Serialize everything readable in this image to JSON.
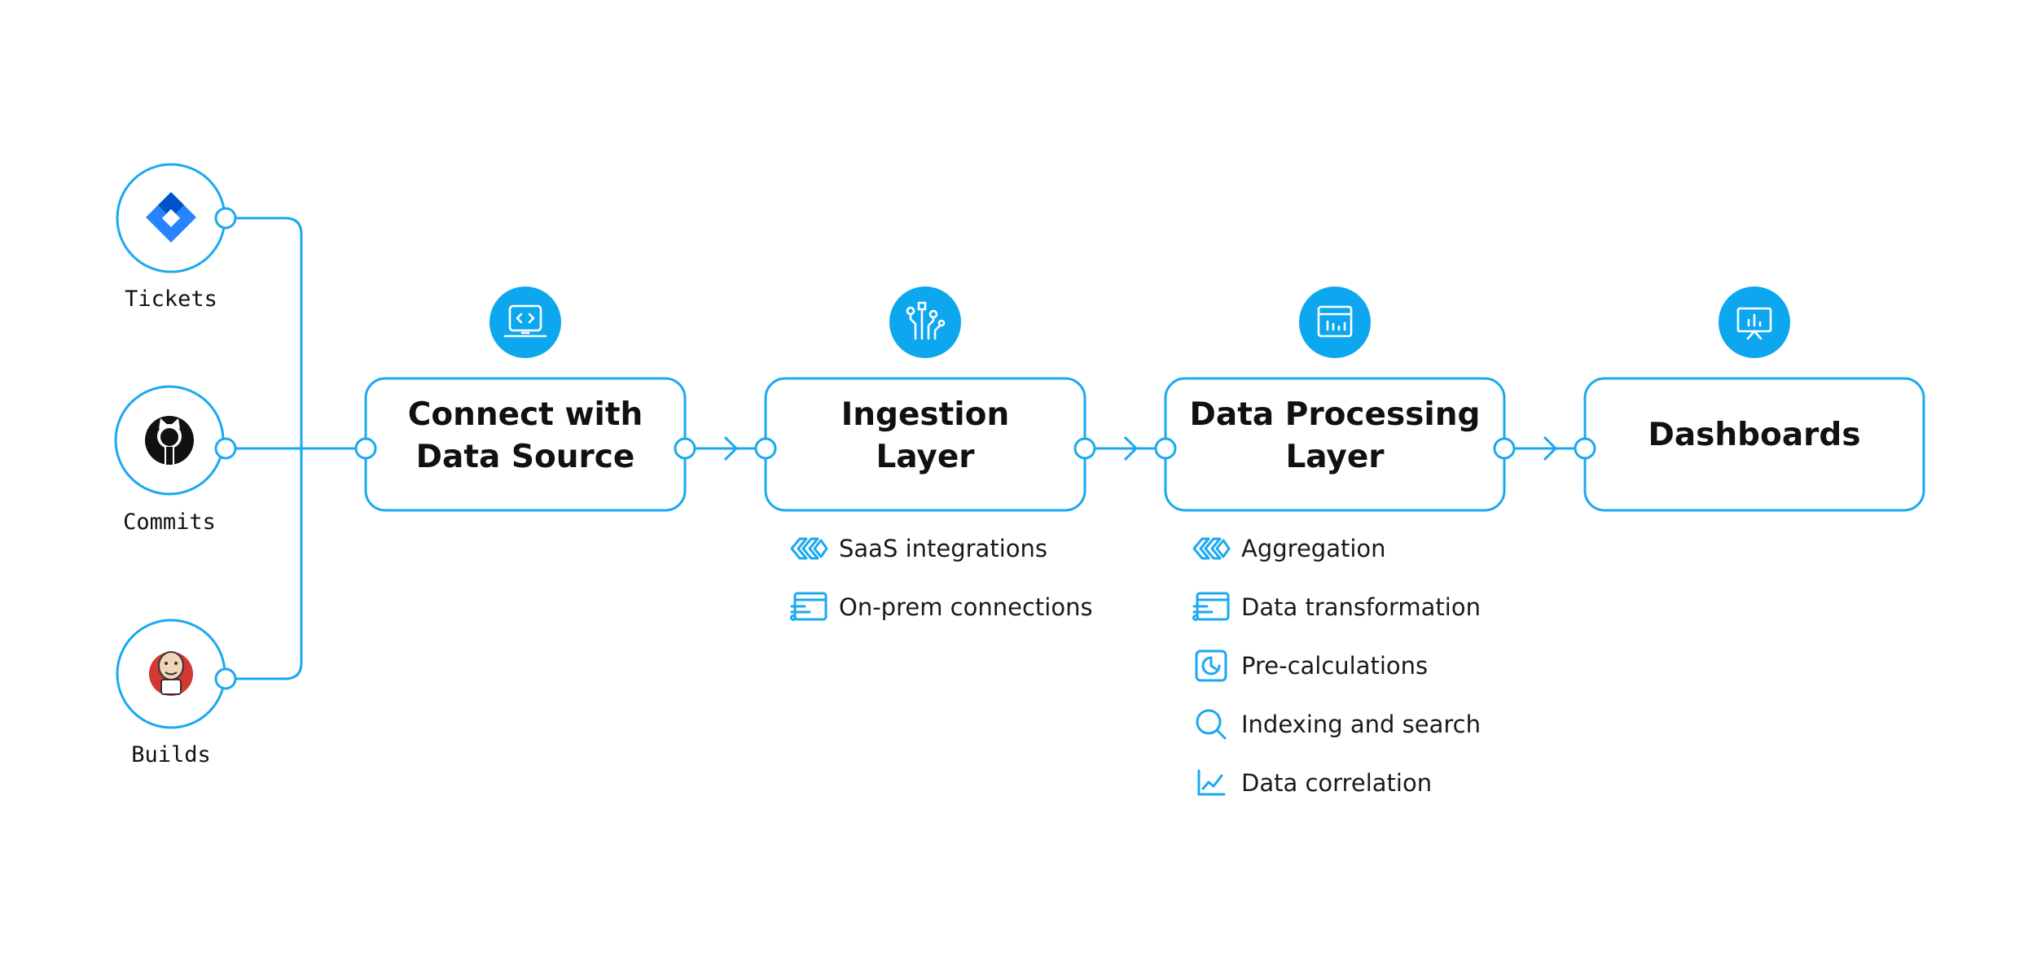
{
  "colors": {
    "accent": "#1aa9ef",
    "badge": "#0da7f0",
    "text": "#111111"
  },
  "sources": [
    {
      "label": "Tickets",
      "icon": "jira-icon"
    },
    {
      "label": "Commits",
      "icon": "github-icon"
    },
    {
      "label": "Builds",
      "icon": "jenkins-icon"
    }
  ],
  "stages": [
    {
      "title": "Connect with Data Source",
      "icon": "laptop-code-icon"
    },
    {
      "title": "Ingestion Layer",
      "icon": "circuit-icon"
    },
    {
      "title": "Data Processing Layer",
      "icon": "browser-chart-icon"
    },
    {
      "title": "Dashboards",
      "icon": "presentation-board-icon"
    }
  ],
  "ingestion_features": [
    {
      "label": "SaaS integrations",
      "icon": "chevrons-icon"
    },
    {
      "label": "On-prem connections",
      "icon": "server-window-icon"
    }
  ],
  "processing_features": [
    {
      "label": "Aggregation",
      "icon": "chevrons-icon"
    },
    {
      "label": "Data transformation",
      "icon": "server-window-icon"
    },
    {
      "label": "Pre-calculations",
      "icon": "gauge-icon"
    },
    {
      "label": "Indexing and search",
      "icon": "magnifier-icon"
    },
    {
      "label": "Data correlation",
      "icon": "line-chart-icon"
    }
  ]
}
